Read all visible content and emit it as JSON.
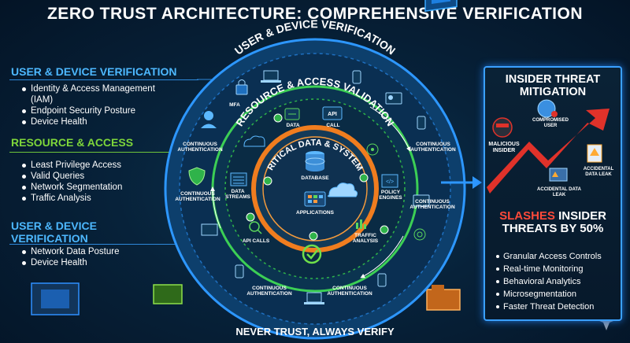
{
  "title": "ZERO TRUST ARCHITECTURE: COMPREHENSIVE VERIFICATION",
  "left": {
    "section1": {
      "heading": "USER & DEVICE VERIFICATION",
      "items": [
        "Identity & Access Management (IAM)",
        "Endpoint Security Posture",
        "Device Health"
      ]
    },
    "section2": {
      "heading": "RESOURCE & ACCESS",
      "items": [
        "Least Privilege Access",
        "Valid Queries",
        "Network Segmentation",
        "Traffic Analysis"
      ]
    },
    "section3": {
      "heading": "USER & DEVICE VERIFICATION",
      "items": [
        "Network Data Posture",
        "Device Health"
      ]
    }
  },
  "diagram": {
    "outer_ring": "USER & DEVICE VERIFICATION",
    "middle_ring": "RESOURCE & ACCESS VALIDATION",
    "inner_ring": "CRITICAL DATA & SYSTEMS",
    "labels": {
      "mfa": "MFA",
      "data": "DATA",
      "api": "API",
      "call": "CALL",
      "database": "DATABASE",
      "applications": "APPLICATIONS",
      "data_streams": "DATA STREAMS",
      "policy_engines": "POLICY ENGINES",
      "api_calls": "API CALLS",
      "traffic_analysis": "TRAFFIC ANALYSIS",
      "ca": "CONTINUOUS AUTHENTICATION"
    },
    "accent_colors": {
      "outer": "#1e7fd6",
      "middle": "#2fb34a",
      "inner": "#e8711a",
      "alert": "#e0322a"
    }
  },
  "right": {
    "title": "INSIDER THREAT MITIGATION",
    "labels": {
      "malicious": "MALICIOUS INSIDER",
      "compromised": "COMPROMISED USER",
      "leak1": "ACCIDENTAL DATA LEAK",
      "leak2": "ACCIDENTAL DATA LEAK"
    },
    "slashes": "SLASHES",
    "insider": "INSIDER",
    "threats": "THREATS BY 50%",
    "items": [
      "Granular Access Controls",
      "Real-time Monitoring",
      "Behavioral Analytics",
      "Microsegmentation",
      "Faster Threat Detection"
    ]
  },
  "footer": "NEVER TRUST, ALWAYS VERIFY"
}
